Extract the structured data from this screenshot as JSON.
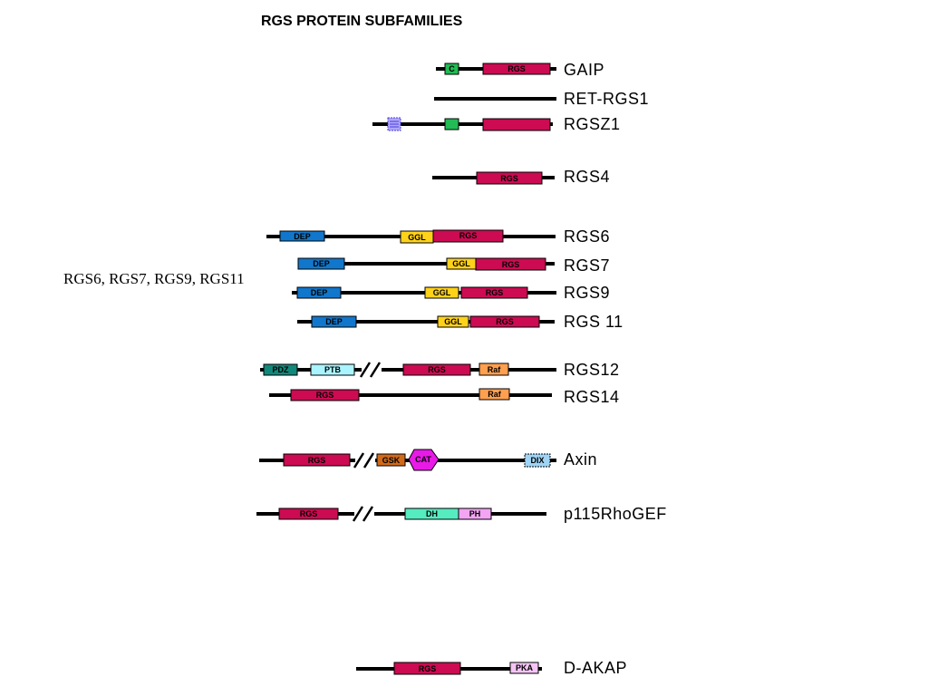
{
  "title": "RGS PROTEIN SUBFAMILIES",
  "group_label": "RGS6, RGS7, RGS9, RGS11",
  "domain_colors": {
    "RGS": "#cc0b52",
    "C": "#22bb55",
    "DEP": "#1177cc",
    "GGL": "#ffd21a",
    "PDZ": "#12887a",
    "PTB": "#aaf4ff",
    "Raf": "#ffa050",
    "GSK": "#d06a1a",
    "CAT": "#e81ae8",
    "DIX": "#9fd4f5",
    "DH": "#55ecc0",
    "PH": "#f3a4f3",
    "PKA": "#f4c4f4",
    "TM": "#b0a8ff"
  },
  "proteins": [
    {
      "name": "GAIP",
      "domains": [
        {
          "type": "C",
          "label": "C"
        },
        {
          "type": "RGS",
          "label": "RGS"
        }
      ]
    },
    {
      "name": "RET-RGS1",
      "domains": []
    },
    {
      "name": "RGSZ1",
      "domains": [
        {
          "type": "TM",
          "label": "",
          "icon": "membrane-anchor-icon"
        },
        {
          "type": "C",
          "label": ""
        },
        {
          "type": "RGS",
          "label": ""
        }
      ]
    },
    {
      "name": "RGS4",
      "domains": [
        {
          "type": "RGS",
          "label": "RGS"
        }
      ]
    },
    {
      "name": "RGS6",
      "domains": [
        {
          "type": "DEP",
          "label": "DEP"
        },
        {
          "type": "GGL",
          "label": "GGL"
        },
        {
          "type": "RGS",
          "label": "RGS"
        }
      ]
    },
    {
      "name": "RGS7",
      "domains": [
        {
          "type": "DEP",
          "label": "DEP"
        },
        {
          "type": "GGL",
          "label": "GGL"
        },
        {
          "type": "RGS",
          "label": "RGS"
        }
      ]
    },
    {
      "name": "RGS9",
      "domains": [
        {
          "type": "DEP",
          "label": "DEP"
        },
        {
          "type": "GGL",
          "label": "GGL"
        },
        {
          "type": "RGS",
          "label": "RGS"
        }
      ]
    },
    {
      "name": "RGS 11",
      "domains": [
        {
          "type": "DEP",
          "label": "DEP"
        },
        {
          "type": "GGL",
          "label": "GGL"
        },
        {
          "type": "RGS",
          "label": "RGS"
        }
      ]
    },
    {
      "name": "RGS12",
      "domains": [
        {
          "type": "PDZ",
          "label": "PDZ"
        },
        {
          "type": "PTB",
          "label": "PTB"
        },
        {
          "type": "break",
          "icon": "sequence-break-icon"
        },
        {
          "type": "RGS",
          "label": "RGS"
        },
        {
          "type": "Raf",
          "label": "Raf"
        }
      ]
    },
    {
      "name": "RGS14",
      "domains": [
        {
          "type": "RGS",
          "label": "RGS"
        },
        {
          "type": "Raf",
          "label": "Raf"
        }
      ]
    },
    {
      "name": "Axin",
      "domains": [
        {
          "type": "RGS",
          "label": "RGS"
        },
        {
          "type": "break",
          "icon": "sequence-break-icon"
        },
        {
          "type": "GSK",
          "label": "GSK"
        },
        {
          "type": "CAT",
          "label": "CAT"
        },
        {
          "type": "DIX",
          "label": "DIX"
        }
      ]
    },
    {
      "name": "p115RhoGEF",
      "domains": [
        {
          "type": "RGS",
          "label": "RGS"
        },
        {
          "type": "break",
          "icon": "sequence-break-icon"
        },
        {
          "type": "DH",
          "label": "DH"
        },
        {
          "type": "PH",
          "label": "PH"
        }
      ]
    },
    {
      "name": "D-AKAP",
      "domains": [
        {
          "type": "RGS",
          "label": "RGS"
        },
        {
          "type": "PKA",
          "label": "PKA"
        }
      ]
    }
  ]
}
